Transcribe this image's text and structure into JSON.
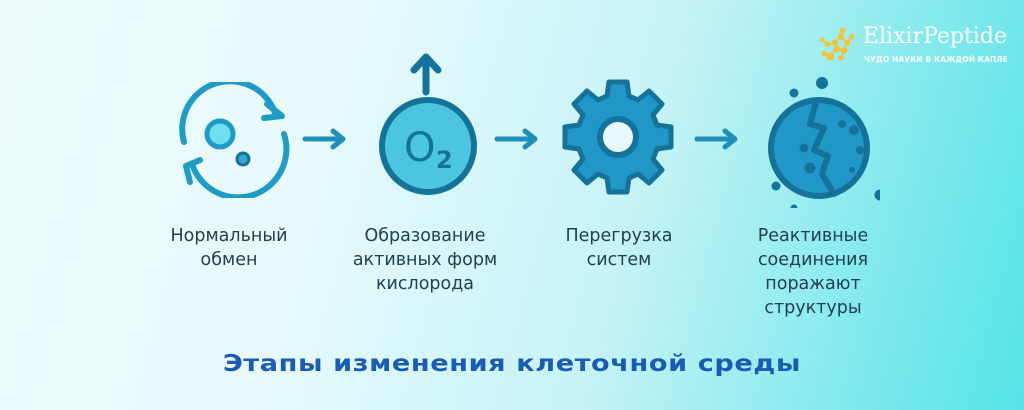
{
  "brand": {
    "name": "ElixirPeptide",
    "tagline": "ЧУДО НАУКИ В КАЖДОЙ КАПЛЕ",
    "icon": "molecule-icon",
    "color": "#f5c431"
  },
  "steps": [
    {
      "icon": "cycle-icon",
      "label": "Нормальный\nобмен"
    },
    {
      "icon": "oxygen-o2-icon",
      "icon_text": "O",
      "icon_sub": "2",
      "label": "Образование\nактивных форм\nкислорода"
    },
    {
      "icon": "gear-icon",
      "label": "Перегрузка\nсистем"
    },
    {
      "icon": "cracked-cell-icon",
      "label": "Реактивные\nсоединения\nпоражают\nструктуры"
    }
  ],
  "arrows": [
    "arrow-right-icon",
    "arrow-right-icon",
    "arrow-right-icon"
  ],
  "title": "Этапы изменения клеточной среды",
  "colors": {
    "icon_primary": "#1f9bc7",
    "icon_dark": "#15739a",
    "icon_light": "#5cd3e6",
    "text": "#22404f",
    "title": "#1a5bb5"
  }
}
